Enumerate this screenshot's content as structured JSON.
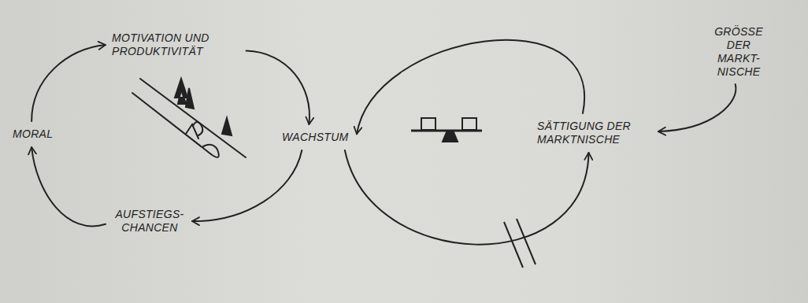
{
  "diagram": {
    "nodes": [
      {
        "text": [
          "MOTIVATION UND PRODUKTIVITÄT"
        ]
      },
      {
        "text": [
          "WACHSTUM"
        ]
      },
      {
        "text": [
          "AUFSTIEGS- CHANCEN"
        ]
      },
      {
        "text": [
          "MORAL"
        ]
      },
      {
        "text": [
          "SÄTTIGUNG DER MARKTNISCHE"
        ]
      },
      {
        "text": [
          "GRÖSSE DER MARKT- NISCHE"
        ]
      }
    ],
    "edges": [
      {
        "from": 0,
        "to": 1,
        "arrow": "to"
      },
      {
        "from": 1,
        "to": 2,
        "arrow": "to"
      },
      {
        "from": 2,
        "to": 3,
        "arrow": "to"
      },
      {
        "from": 3,
        "to": 0,
        "arrow": "to"
      },
      {
        "from": 1,
        "to": 4,
        "arrow": "to"
      },
      {
        "from": 4,
        "to": 1,
        "arrow": "to"
      },
      {
        "from": 5,
        "to": 4,
        "arrow": "to"
      }
    ]
  }
}
